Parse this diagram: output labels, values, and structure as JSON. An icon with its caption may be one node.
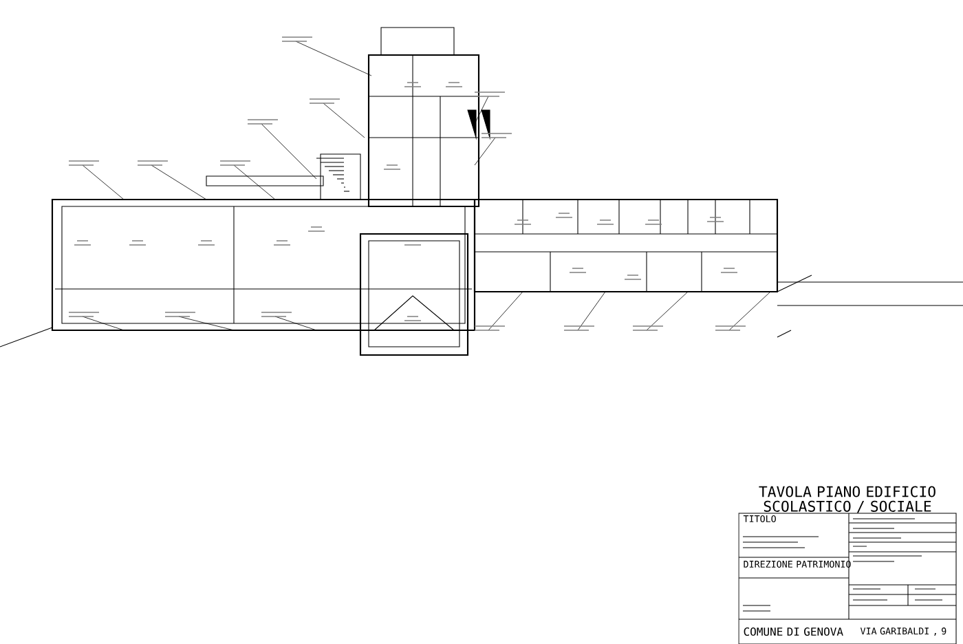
{
  "diagram": {
    "title": "TAVOLA PIANO EDIFICIO SCOLASTICO / SOCIALE",
    "labels": [
      "TITOLO",
      "DIREZIONE PATRIMONIO",
      "COMUNE DI GENOVA",
      "VIA GARIBALDI , 9"
    ]
  }
}
